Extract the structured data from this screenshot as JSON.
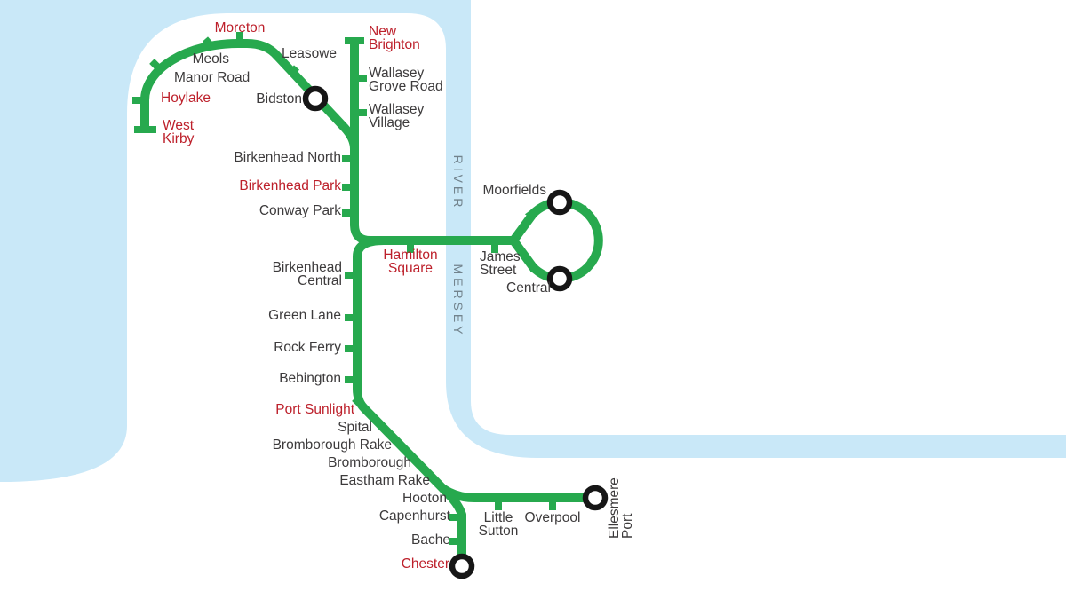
{
  "colors": {
    "line_green": "#27a94e",
    "water_blue": "#c9e8f8",
    "highlight_red": "#bd202b",
    "station_text": "#3d3b3c",
    "river_text": "#72838d",
    "interchange_ring": "#161616"
  },
  "river": {
    "word1": "RIVER",
    "word2": "MERSEY"
  },
  "stations": [
    {
      "id": "west-kirby",
      "name": "West Kirby",
      "style": "red"
    },
    {
      "id": "hoylake",
      "name": "Hoylake",
      "style": "red"
    },
    {
      "id": "manor-road",
      "name": "Manor Road",
      "style": "dark"
    },
    {
      "id": "meols",
      "name": "Meols",
      "style": "dark"
    },
    {
      "id": "moreton",
      "name": "Moreton",
      "style": "red"
    },
    {
      "id": "leasowe",
      "name": "Leasowe",
      "style": "dark"
    },
    {
      "id": "bidston",
      "name": "Bidston",
      "style": "dark"
    },
    {
      "id": "new-brighton",
      "name": "New Brighton",
      "style": "red"
    },
    {
      "id": "wallasey-grove-road",
      "name": "Wallasey Grove Road",
      "style": "dark"
    },
    {
      "id": "wallasey-village",
      "name": "Wallasey Village",
      "style": "dark"
    },
    {
      "id": "birkenhead-north",
      "name": "Birkenhead North",
      "style": "dark"
    },
    {
      "id": "birkenhead-park",
      "name": "Birkenhead Park",
      "style": "red"
    },
    {
      "id": "conway-park",
      "name": "Conway Park",
      "style": "dark"
    },
    {
      "id": "hamilton-square",
      "name": "Hamilton Square",
      "style": "red"
    },
    {
      "id": "james-street",
      "name": "James Street",
      "style": "dark"
    },
    {
      "id": "moorfields",
      "name": "Moorfields",
      "style": "dark"
    },
    {
      "id": "central",
      "name": "Central",
      "style": "dark"
    },
    {
      "id": "birkenhead-central",
      "name": "Birkenhead Central",
      "style": "dark"
    },
    {
      "id": "green-lane",
      "name": "Green Lane",
      "style": "dark"
    },
    {
      "id": "rock-ferry",
      "name": "Rock Ferry",
      "style": "dark"
    },
    {
      "id": "bebington",
      "name": "Bebington",
      "style": "dark"
    },
    {
      "id": "port-sunlight",
      "name": "Port Sunlight",
      "style": "red"
    },
    {
      "id": "spital",
      "name": "Spital",
      "style": "dark"
    },
    {
      "id": "bromborough-rake",
      "name": "Bromborough Rake",
      "style": "dark"
    },
    {
      "id": "bromborough",
      "name": "Bromborough",
      "style": "dark"
    },
    {
      "id": "eastham-rake",
      "name": "Eastham Rake",
      "style": "dark"
    },
    {
      "id": "hooton",
      "name": "Hooton",
      "style": "dark"
    },
    {
      "id": "little-sutton",
      "name": "Little Sutton",
      "style": "dark"
    },
    {
      "id": "overpool",
      "name": "Overpool",
      "style": "dark"
    },
    {
      "id": "ellesmere-port",
      "name": "Ellesmere Port",
      "style": "dark"
    },
    {
      "id": "capenhurst",
      "name": "Capenhurst",
      "style": "dark"
    },
    {
      "id": "bache",
      "name": "Bache",
      "style": "dark"
    },
    {
      "id": "chester",
      "name": "Chester",
      "style": "red"
    }
  ]
}
